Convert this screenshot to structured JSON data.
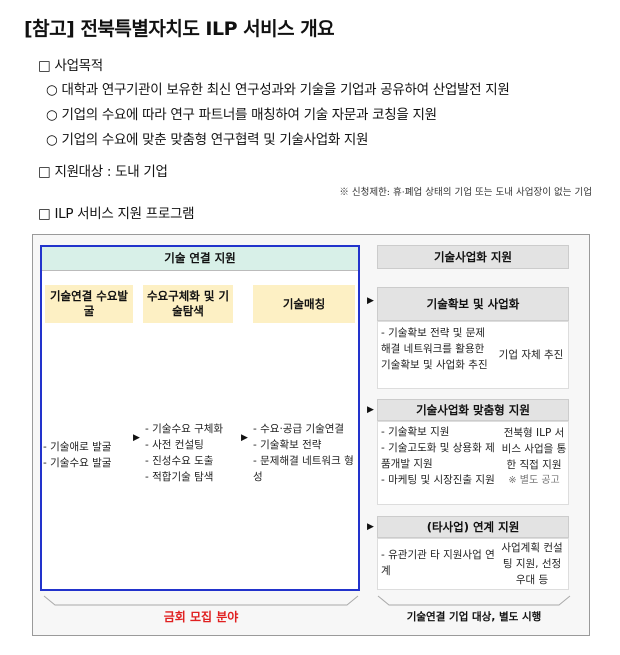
{
  "title": "[참고] 전북특별자치도 ILP 서비스 개요",
  "bullets": [
    "□ 사업목적",
    "○ 대학과 연구기관이 보유한 최신 연구성과와 기술을 기업과 공유하여 산업발전 지원",
    "○ 기업의 수요에 따라 연구 파트너를 매칭하여 기술 자문과 코칭을 지원",
    "○ 기업의 수요에 맞춘 맞춤형 연구협력 및 기술사업화 지원",
    "□ 지원대상 : 도내 기업",
    "□ ILP 서비스 지원 프로그램"
  ],
  "note": "※ 신청제한: 휴·폐업 상태의 기업 또는 도내 사업장이 없는 기업",
  "diagram": {
    "left_header": "기술 연결 지원",
    "right_header": "기술사업화 지원",
    "columns": [
      {
        "title": "기술연결 수요발굴",
        "items": [
          "- 기술애로 발굴",
          "- 기술수요 발굴"
        ]
      },
      {
        "title": "수요구체화 및 기술탐색",
        "items": [
          "- 기술수요 구체화",
          "- 사전 컨설팅",
          "- 진성수요 도출",
          "- 적합기술 탐색"
        ]
      },
      {
        "title": "기술매칭",
        "items": [
          "- 수요·공급 기술연결",
          "- 기술확보 전략",
          "- 문제해결 네트워크 형성"
        ]
      }
    ],
    "right_sections": [
      {
        "title": "기술확보 및 사업화",
        "items": [
          "- 기술확보 전략 및 문제해결 네트워크를 활용한 기술확보 및 사업화 추진"
        ],
        "side": "기업 자체 추진",
        "side_note": ""
      },
      {
        "title": "기술사업화 맞춤형 지원",
        "items": [
          "- 기술확보 지원",
          "- 기술고도화 및 상용화 제품개발 지원",
          "- 마케팅 및 시장진출 지원"
        ],
        "side": "전북형 ILP 서비스 사업을 통한 직접 지원",
        "side_note": "※ 별도 공고"
      },
      {
        "title": "(타사업) 연계 지원",
        "items": [
          "- 유관기관 타 지원사업 연계"
        ],
        "side": "사업계획 컨설팅 지원, 선정 우대 등",
        "side_note": ""
      }
    ],
    "left_footer": "금회 모집 분야",
    "right_footer": "기술연결 기업 대상, 별도 시행"
  },
  "colors": {
    "blue_border": "#2233cc",
    "mint_header": "#d8f0e8",
    "yellow_header": "#fdf0c4",
    "gray_header": "#e3e3e3",
    "red_text": "#e02020"
  }
}
